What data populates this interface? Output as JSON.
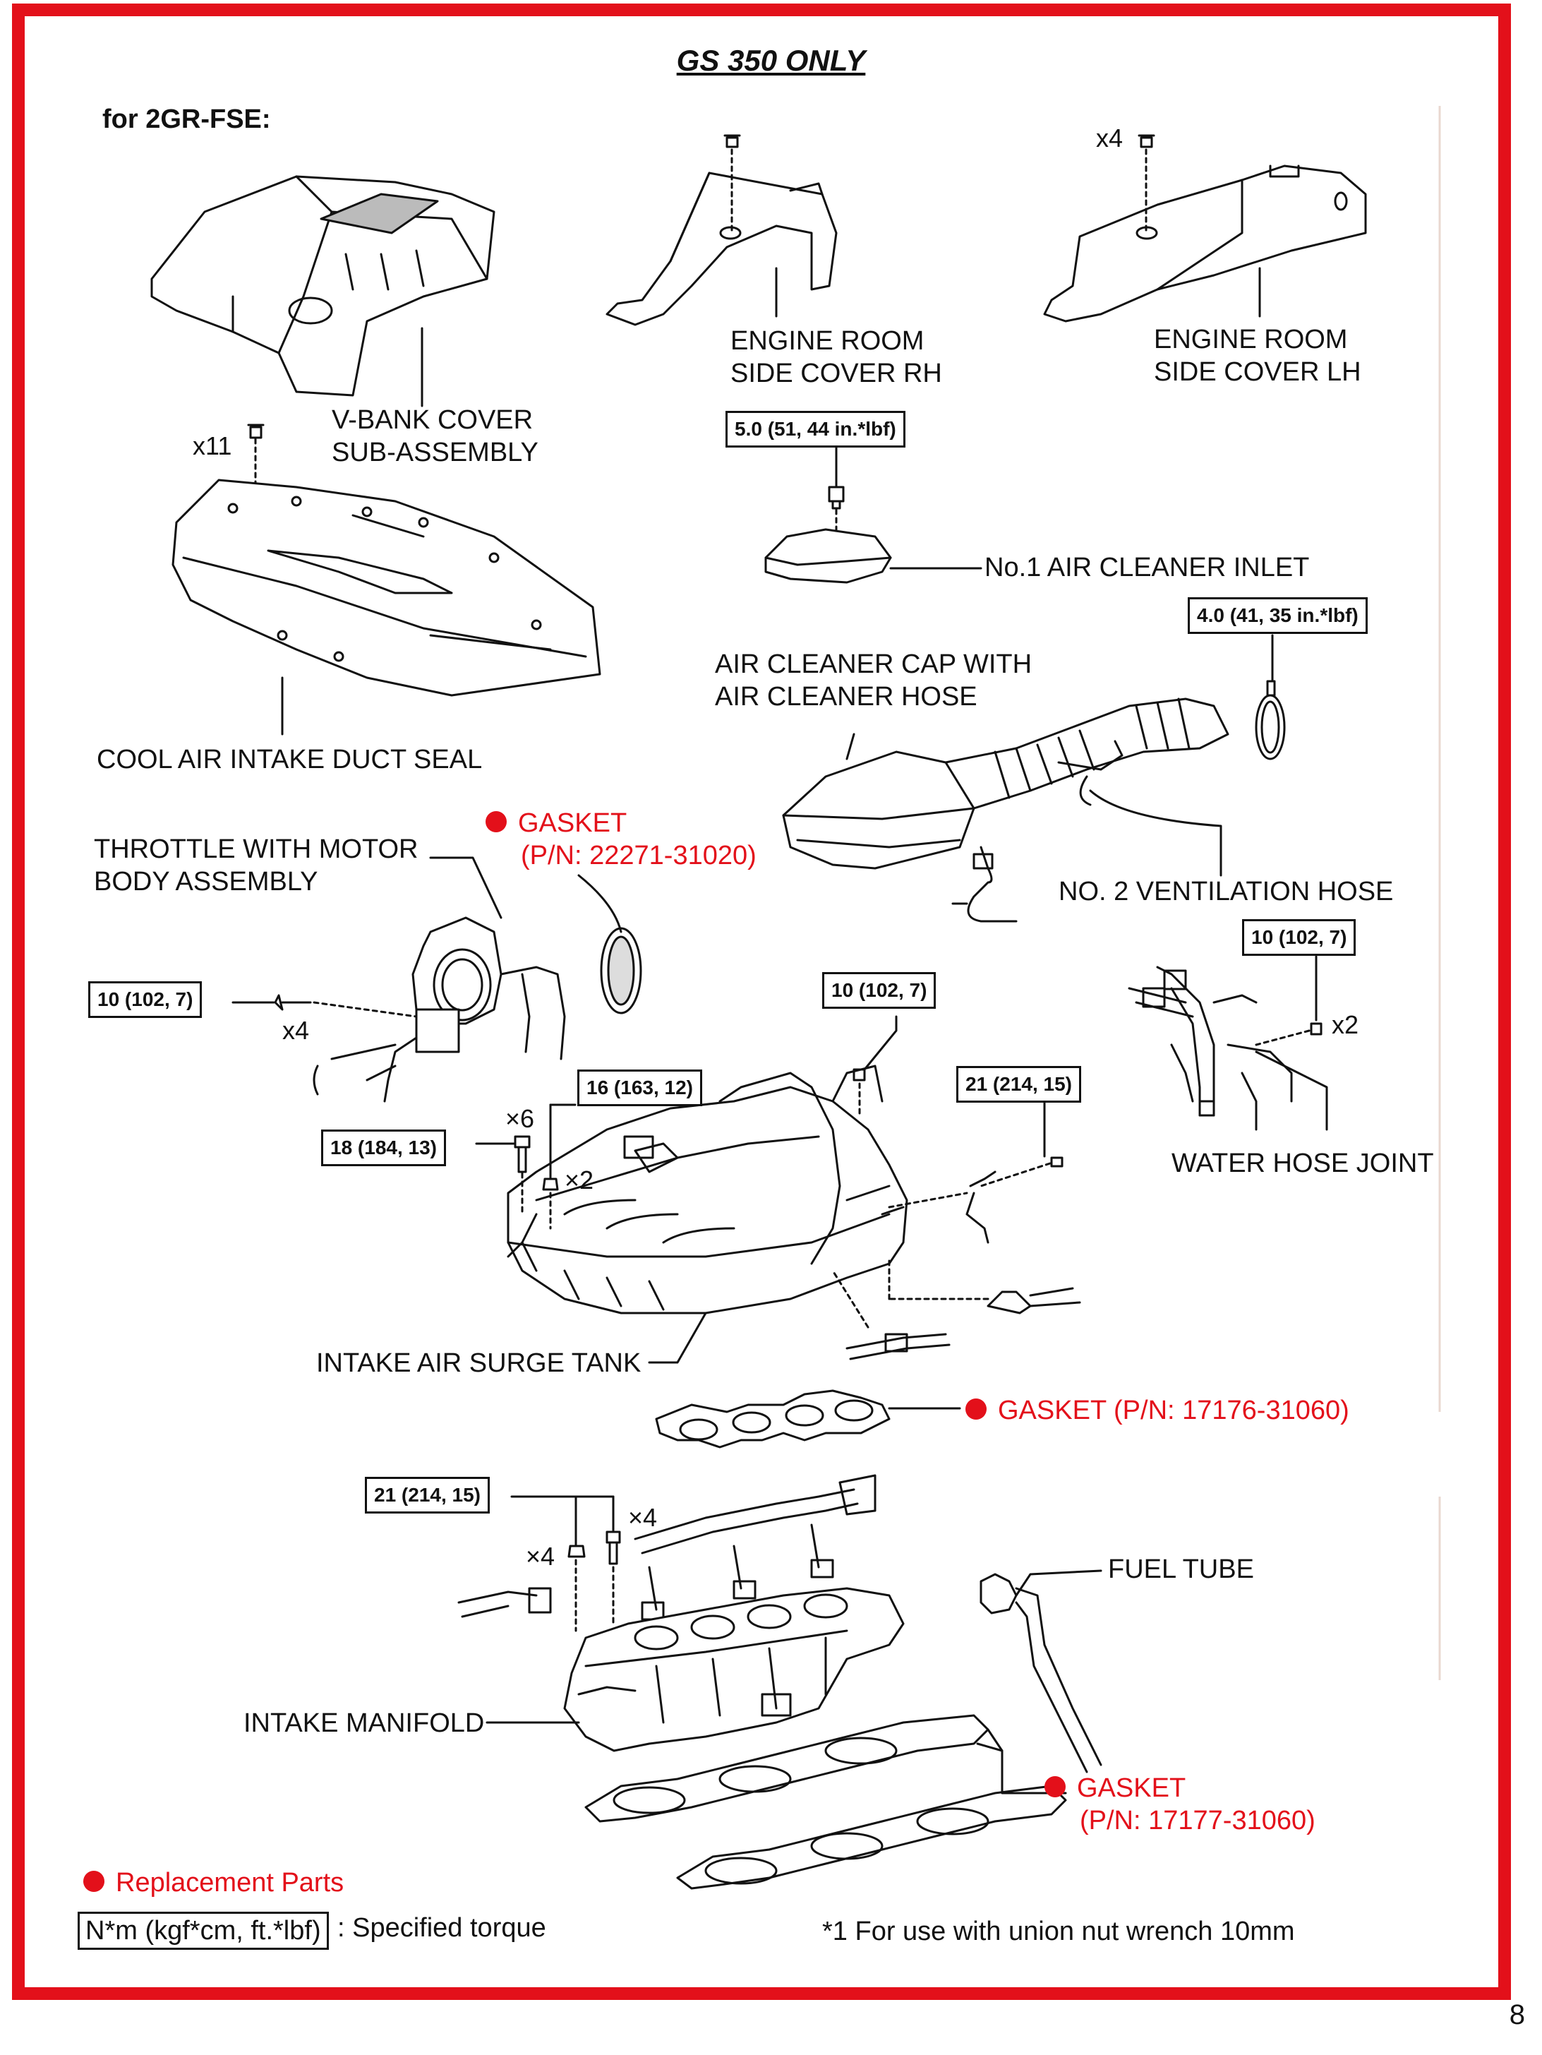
{
  "title": "GS 350 ONLY",
  "subtitle": "for 2GR-FSE:",
  "colors": {
    "frame": "#e3101a",
    "replacement": "#e3101a",
    "line": "#111111"
  },
  "labels": {
    "v_bank_cover": [
      "V-BANK COVER",
      "SUB-ASSEMBLY"
    ],
    "side_cover_rh": [
      "ENGINE ROOM",
      "SIDE COVER RH"
    ],
    "side_cover_lh": [
      "ENGINE ROOM",
      "SIDE COVER LH"
    ],
    "no1_air_cleaner_inlet": "No.1 AIR CLEANER INLET",
    "air_cleaner_cap": [
      "AIR CLEANER CAP WITH",
      "AIR CLEANER HOSE"
    ],
    "cool_air_duct_seal": "COOL AIR INTAKE DUCT SEAL",
    "throttle_body": [
      "THROTTLE WITH MOTOR",
      "BODY ASSEMBLY"
    ],
    "no2_ventilation_hose": "NO. 2 VENTILATION HOSE",
    "water_hose_joint": "WATER HOSE JOINT",
    "intake_air_surge_tank": "INTAKE AIR SURGE TANK",
    "fuel_tube": "FUEL TUBE",
    "intake_manifold": "INTAKE MANIFOLD"
  },
  "gaskets": {
    "throttle": [
      "GASKET",
      "(P/N: 22271-31020)"
    ],
    "surge_tank": "GASKET (P/N: 17176-31060)",
    "manifold": [
      "GASKET",
      "(P/N: 17177-31060)"
    ]
  },
  "torques": {
    "air_cleaner_inlet": "5.0 (51, 44 in.*lbf)",
    "hose_clamp": "4.0 (41, 35 in.*lbf)",
    "throttle_bolt": "10 (102, 7)",
    "water_hose_joint": "10 (102, 7)",
    "surge_tank_stud": "10 (102, 7)",
    "surge_tank_nut": "16 (163, 12)",
    "surge_tank_bolt": "18 (184, 13)",
    "surge_tank_bracket": "21 (214, 15)",
    "intake_manifold": "21 (214, 15)"
  },
  "quantities": {
    "lh_cover": "x4",
    "duct_seal": "x11",
    "throttle": "x4",
    "water_hose_joint": "x2",
    "surge_bolt": "×6",
    "surge_nut": "×2",
    "manifold_nut": "×4",
    "manifold_bolt": "×4"
  },
  "legend": {
    "replacement": "Replacement Parts",
    "torque_unit": "N*m (kgf*cm, ft.*lbf)",
    "torque_desc": ": Specified torque",
    "note": "*1 For use with union nut wrench 10mm"
  },
  "page_number": "8"
}
